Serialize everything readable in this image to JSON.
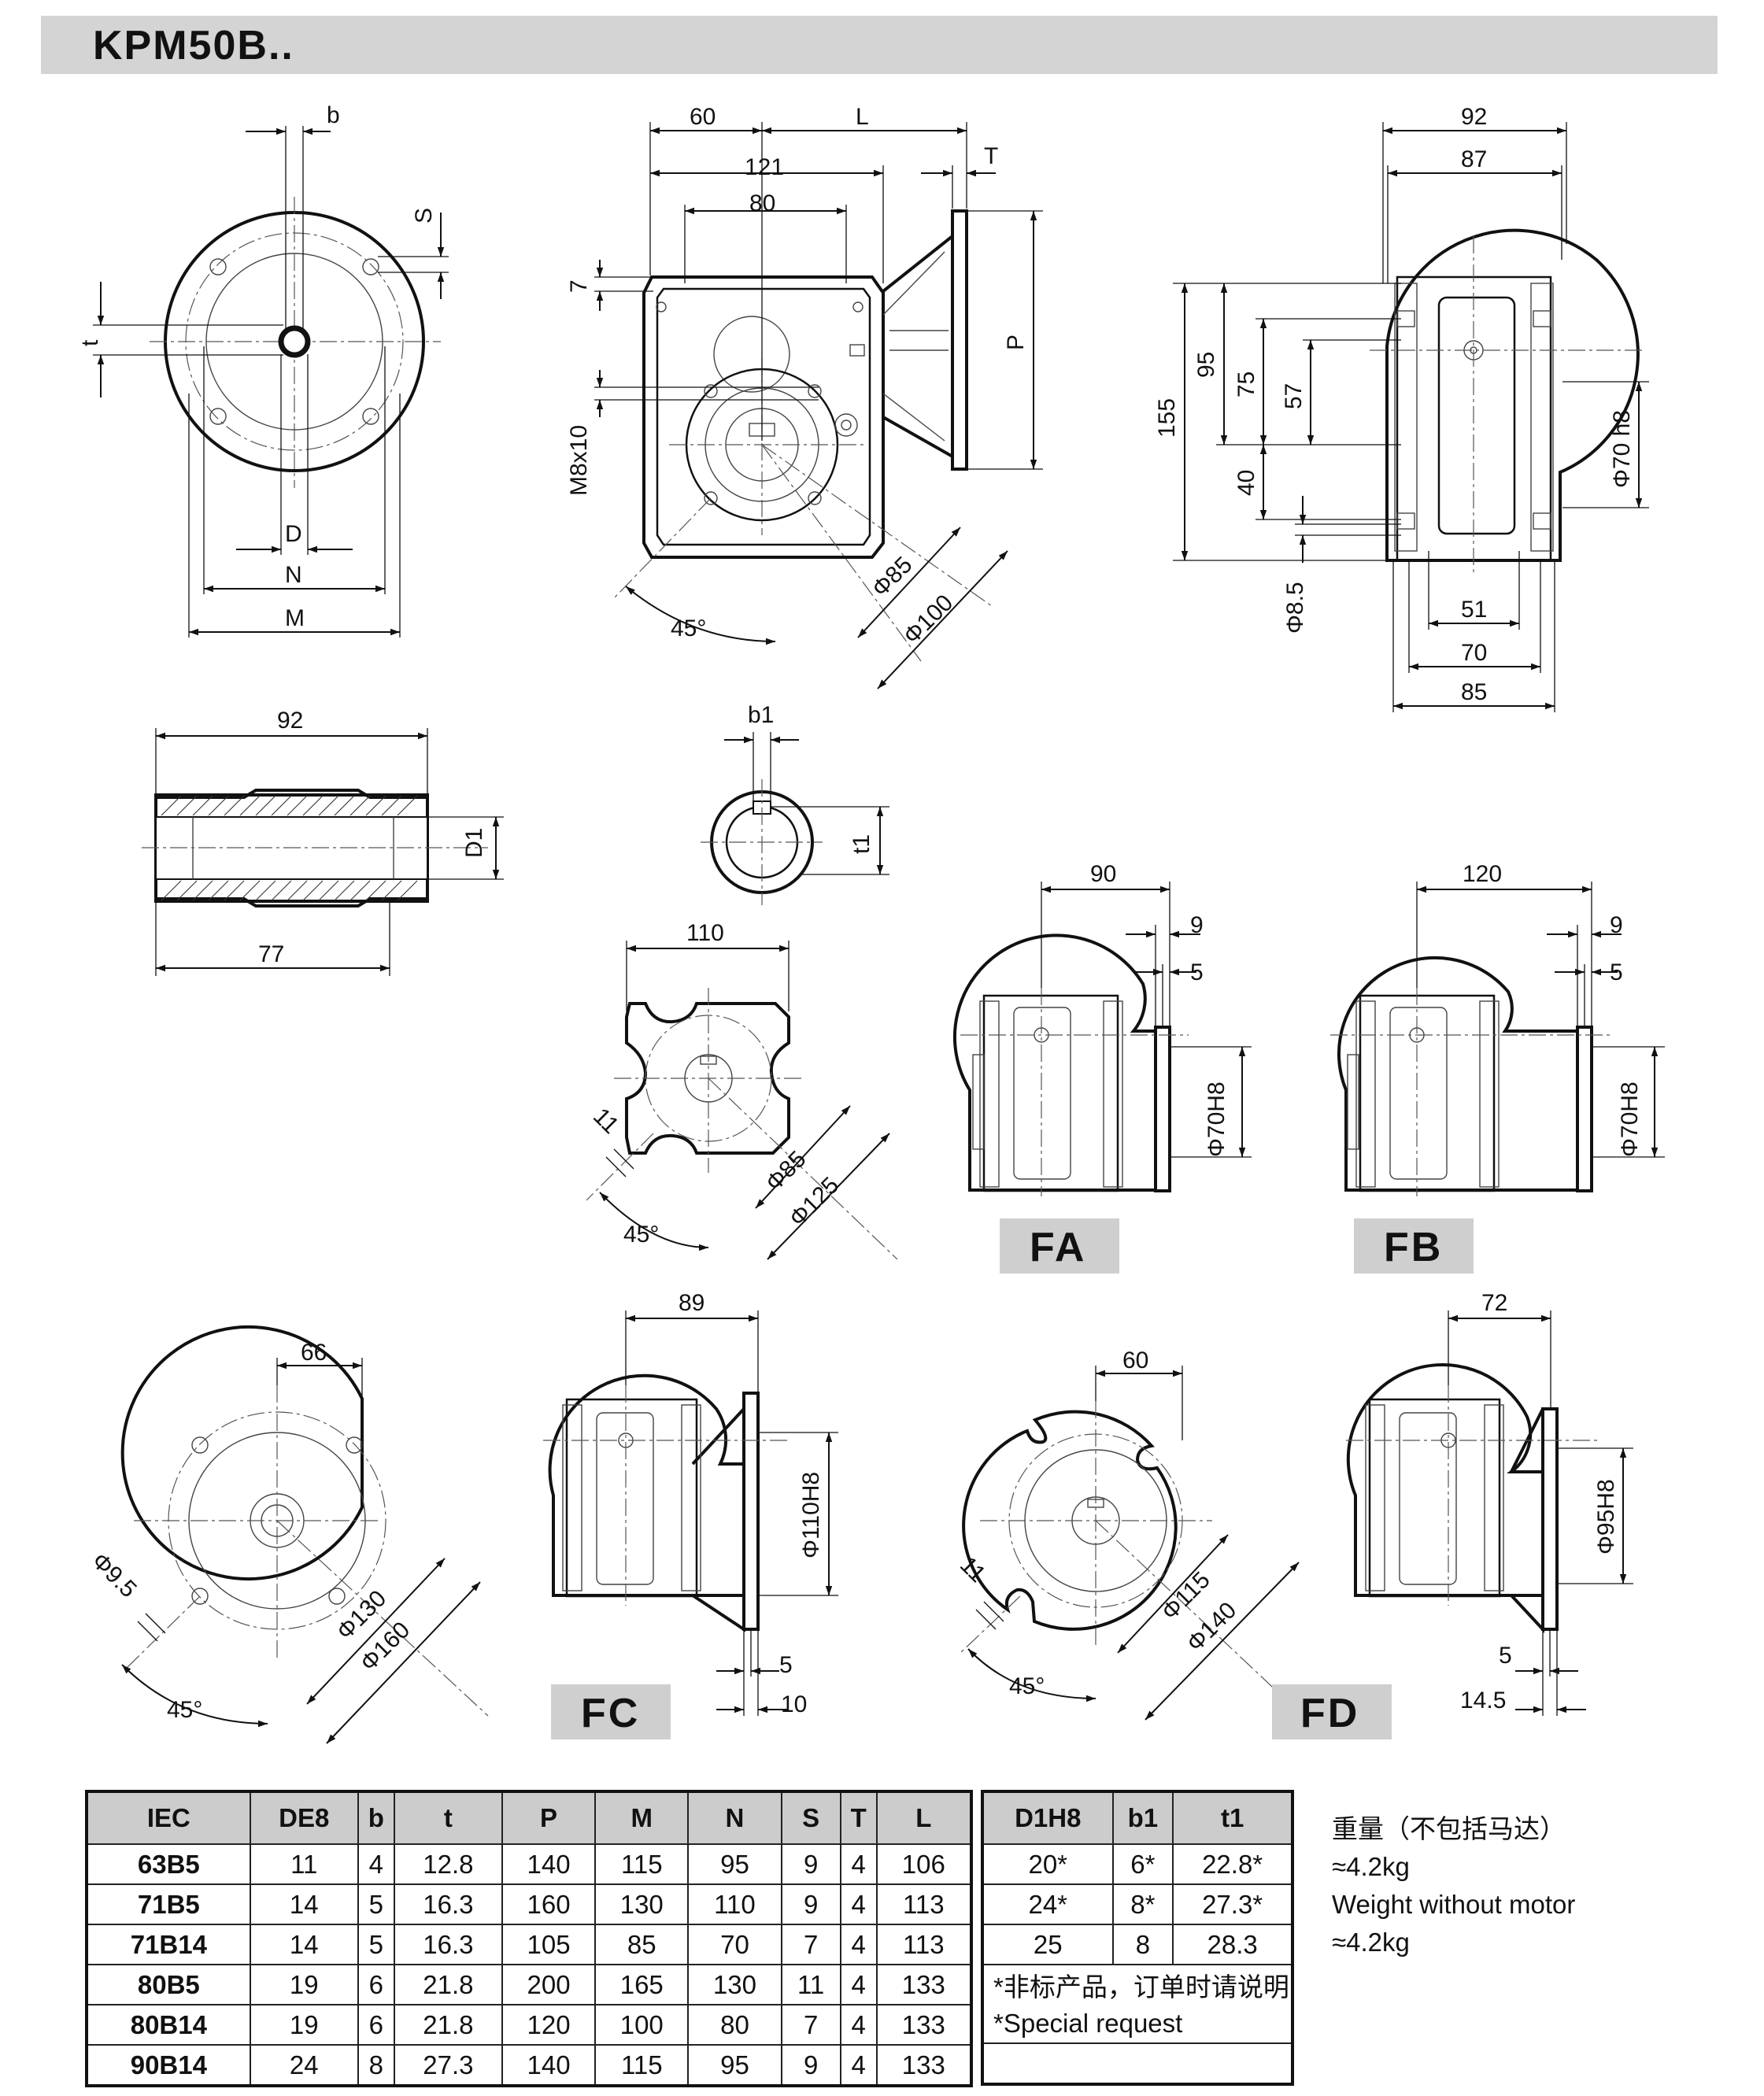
{
  "title": "KPM50B..",
  "labels": {
    "front_b": "b",
    "front_S": "S",
    "front_t": "t",
    "front_D": "D",
    "front_N": "N",
    "front_M": "M",
    "side_60": "60",
    "side_L": "L",
    "side_T": "T",
    "side_121": "121",
    "side_80": "80",
    "side_7": "7",
    "side_M8x10": "M8x10",
    "side_P": "P",
    "side_phi85": "Φ85",
    "side_phi100": "Φ100",
    "side_45": "45°",
    "end_92": "92",
    "end_87": "87",
    "end_155": "155",
    "end_95": "95",
    "end_75": "75",
    "end_57": "57",
    "end_40": "40",
    "end_phi8_5": "Φ8.5",
    "end_phi70h8": "Φ70 h8",
    "end_51": "51",
    "end_70": "70",
    "end_85": "85",
    "shaft_92": "92",
    "shaft_77": "77",
    "shaft_D1": "D1",
    "bore_b1": "b1",
    "bore_t1": "t1",
    "cross_110": "110",
    "cross_11": "11",
    "cross_phi85": "Φ85",
    "cross_phi125": "Φ125",
    "cross_45": "45°",
    "fa_90": "90",
    "fa_9": "9",
    "fa_5": "5",
    "fa_phi70h8": "Φ70H8",
    "fb_120": "120",
    "fb_9": "9",
    "fb_5": "5",
    "fb_phi70h8": "Φ70H8",
    "fcf_66": "66",
    "fcf_phi9_5": "Φ9.5",
    "fcf_phi130": "Φ130",
    "fcf_phi160": "Φ160",
    "fcf_45": "45°",
    "fc_89": "89",
    "fc_phi110h8": "Φ110H8",
    "fc_5": "5",
    "fc_10": "10",
    "fdf_60": "60",
    "fdf_11": "11",
    "fdf_phi115": "Φ115",
    "fdf_phi140": "Φ140",
    "fdf_45": "45°",
    "fd_72": "72",
    "fd_phi95h8": "Φ95H8",
    "fd_5": "5",
    "fd_14_5": "14.5"
  },
  "tags": {
    "fa": "FA",
    "fb": "FB",
    "fc": "FC",
    "fd": "FD"
  },
  "spec_table": {
    "headers": [
      "IEC",
      "DE8",
      "b",
      "t",
      "P",
      "M",
      "N",
      "S",
      "T",
      "L"
    ],
    "rows": [
      [
        "63B5",
        "11",
        "4",
        "12.8",
        "140",
        "115",
        "95",
        "9",
        "4",
        "106"
      ],
      [
        "71B5",
        "14",
        "5",
        "16.3",
        "160",
        "130",
        "110",
        "9",
        "4",
        "113"
      ],
      [
        "71B14",
        "14",
        "5",
        "16.3",
        "105",
        "85",
        "70",
        "7",
        "4",
        "113"
      ],
      [
        "80B5",
        "19",
        "6",
        "21.8",
        "200",
        "165",
        "130",
        "11",
        "4",
        "133"
      ],
      [
        "80B14",
        "19",
        "6",
        "21.8",
        "120",
        "100",
        "80",
        "7",
        "4",
        "133"
      ],
      [
        "90B14",
        "24",
        "8",
        "27.3",
        "140",
        "115",
        "95",
        "9",
        "4",
        "133"
      ]
    ]
  },
  "shaft_table": {
    "headers": [
      "D1H8",
      "b1",
      "t1"
    ],
    "rows": [
      [
        "20*",
        "6*",
        "22.8*"
      ],
      [
        "24*",
        "8*",
        "27.3*"
      ],
      [
        "25",
        "8",
        "28.3"
      ]
    ],
    "note_cn": "*非标产品，订单时请说明",
    "note_en": "*Special request"
  },
  "weight": {
    "cn": "重量（不包括马达）",
    "cn_value": "≈4.2kg",
    "en": "Weight without motor",
    "en_value": "≈4.2kg"
  }
}
